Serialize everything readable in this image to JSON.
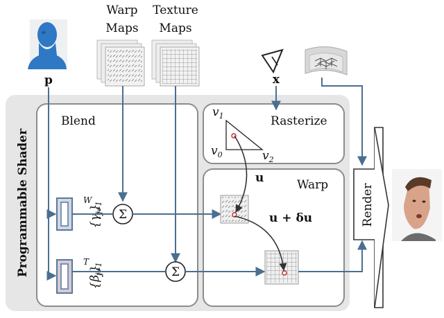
{
  "inputs": {
    "pose_label": "p",
    "view_label": "x",
    "warp_maps_label_line1": "Warp",
    "warp_maps_label_line2": "Maps",
    "texture_maps_label_line1": "Texture",
    "texture_maps_label_line2": "Maps"
  },
  "shader": {
    "title": "Programmable Shader",
    "blend_title": "Blend",
    "rasterize_title": "Rasterize",
    "warp_title": "Warp",
    "gamma_coeffs": "{γj}W j=1",
    "beta_coeffs": "{βj}T j=1",
    "sum_symbol": "Σ"
  },
  "rasterize": {
    "v1": "v1",
    "v0": "v0",
    "v2": "v2"
  },
  "warp": {
    "u_label": "u",
    "u_plus_du_label": "u + δu"
  },
  "render_label": "Render",
  "colors": {
    "flow": "#4a6f91",
    "shader_bg": "#e6e6e6",
    "head": "#2f78c4",
    "accent_red": "#c0282c"
  }
}
